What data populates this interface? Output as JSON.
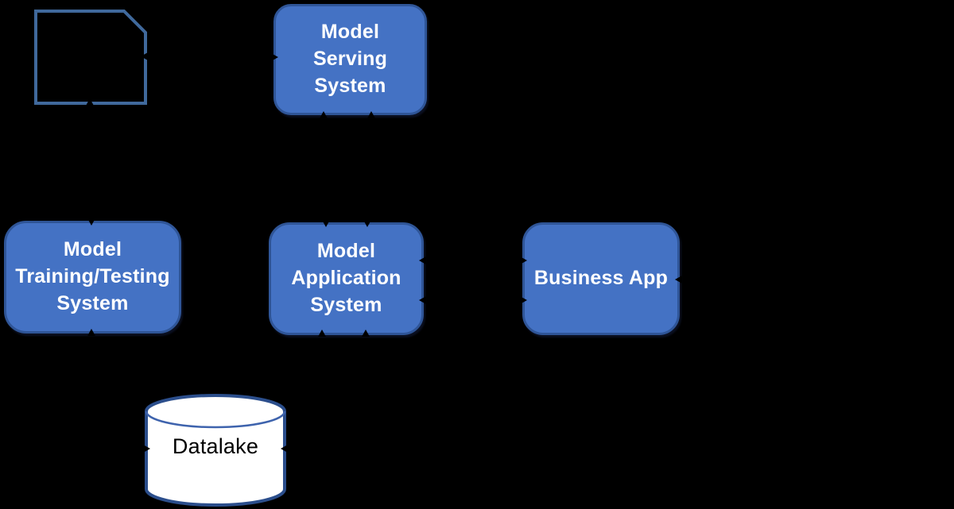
{
  "canvas": {
    "background": "#000000"
  },
  "nodes": {
    "card_shape": {
      "label": "",
      "shape": "card-outline"
    },
    "model_serving": {
      "label": "Model\nServing\nSystem",
      "shape": "rounded-rectangle"
    },
    "model_training": {
      "label": "Model\nTraining/Testing\nSystem",
      "shape": "rounded-rectangle"
    },
    "model_application": {
      "label": "Model\nApplication\nSystem",
      "shape": "rounded-rectangle"
    },
    "business_app": {
      "label": "Business App",
      "shape": "rounded-rectangle"
    },
    "datalake": {
      "label": "Datalake",
      "shape": "cylinder"
    }
  },
  "colors": {
    "node_fill": "#4472C4",
    "node_border": "#2F5597",
    "node_text": "#FFFFFF",
    "card_outline": "#40699C",
    "cylinder_fill": "#FFFFFF",
    "cylinder_outline": "#2B4E8C",
    "cylinder_inner_arc": "#3E63AD",
    "datalake_text": "#000000",
    "connector": "#000000"
  }
}
